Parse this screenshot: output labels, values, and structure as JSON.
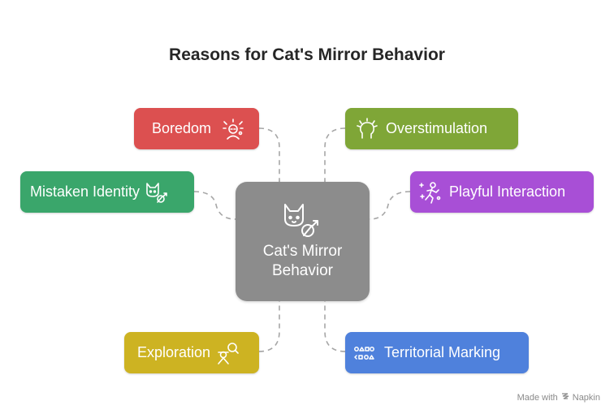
{
  "title": "Reasons for Cat's Mirror Behavior",
  "center": {
    "line1": "Cat's Mirror",
    "line2": "Behavior",
    "icon": "cat-with-mars-symbol-icon",
    "color": "#8c8c8c"
  },
  "nodes": {
    "boredom": {
      "label": "Boredom",
      "icon": "bored-face-icon",
      "color": "#dc5050"
    },
    "overstimulation": {
      "label": "Overstimulation",
      "icon": "stressed-head-icon",
      "color": "#7fa637"
    },
    "mistaken_identity": {
      "label": "Mistaken Identity",
      "icon": "cat-gender-icon",
      "color": "#3aa66b"
    },
    "playful_interaction": {
      "label": "Playful Interaction",
      "icon": "playful-figure-icon",
      "color": "#a84fd6"
    },
    "exploration": {
      "label": "Exploration",
      "icon": "explorer-magnifier-icon",
      "color": "#cdb322"
    },
    "territorial_marking": {
      "label": "Territorial Marking",
      "icon": "shapes-pattern-icon",
      "color": "#4f81dc"
    }
  },
  "footer": {
    "text": "Made with",
    "brand": "Napkin"
  }
}
